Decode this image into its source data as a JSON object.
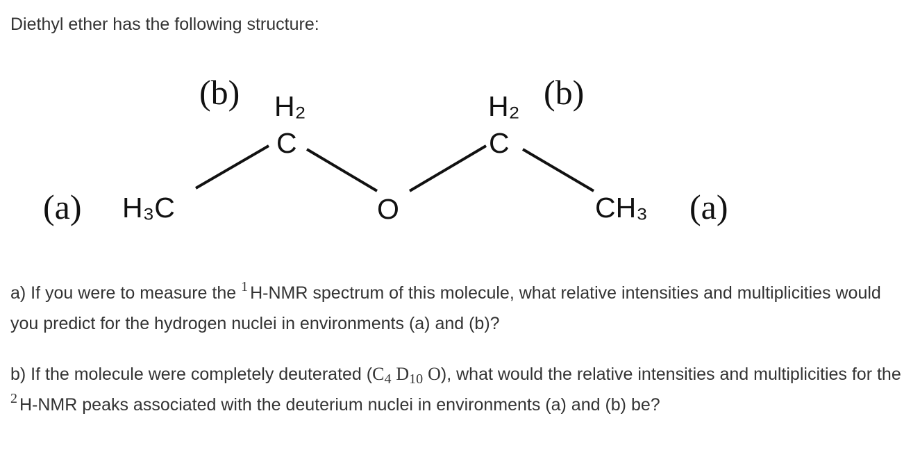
{
  "intro": "Diethyl ether has the following structure:",
  "structure": {
    "env_a": "(a)",
    "env_b": "(b)",
    "h3c": "H₃C",
    "ch3": "CH₃",
    "h2": "H₂",
    "c": "C",
    "o": "O"
  },
  "question_a": {
    "prefix": "a) If you were to measure the",
    "superscript": "1",
    "rest": "H-NMR spectrum of this molecule, what relative intensities and multiplicities would you predict for the hydrogen nuclei in environments (a) and (b)?"
  },
  "question_b": {
    "prefix": "b) If the molecule were completely deuterated (",
    "formula_c": "C",
    "formula_c_sub": "4",
    "formula_d": "D",
    "formula_d_sub": "10",
    "formula_o": "O",
    "middle": "), what would the relative intensities and multiplicities for the",
    "superscript": "2",
    "rest": "H-NMR peaks associated with the deuterium nuclei in environments (a) and (b) be?"
  }
}
